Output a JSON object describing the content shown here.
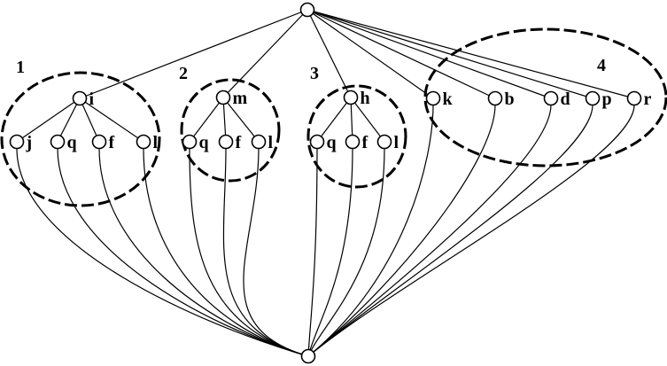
{
  "groups": [
    {
      "label": "1"
    },
    {
      "label": "2"
    },
    {
      "label": "3"
    },
    {
      "label": "4"
    }
  ],
  "nodes": {
    "top": "",
    "bottom": "",
    "g1_parent": "i",
    "g1_children": [
      "j",
      "q",
      "f",
      "l"
    ],
    "g2_parent": "m",
    "g2_children": [
      "q",
      "f",
      "l"
    ],
    "g3_parent": "h",
    "g3_children": [
      "q",
      "f",
      "l"
    ],
    "g4_leaves": [
      "k",
      "b",
      "d",
      "p",
      "r"
    ]
  }
}
